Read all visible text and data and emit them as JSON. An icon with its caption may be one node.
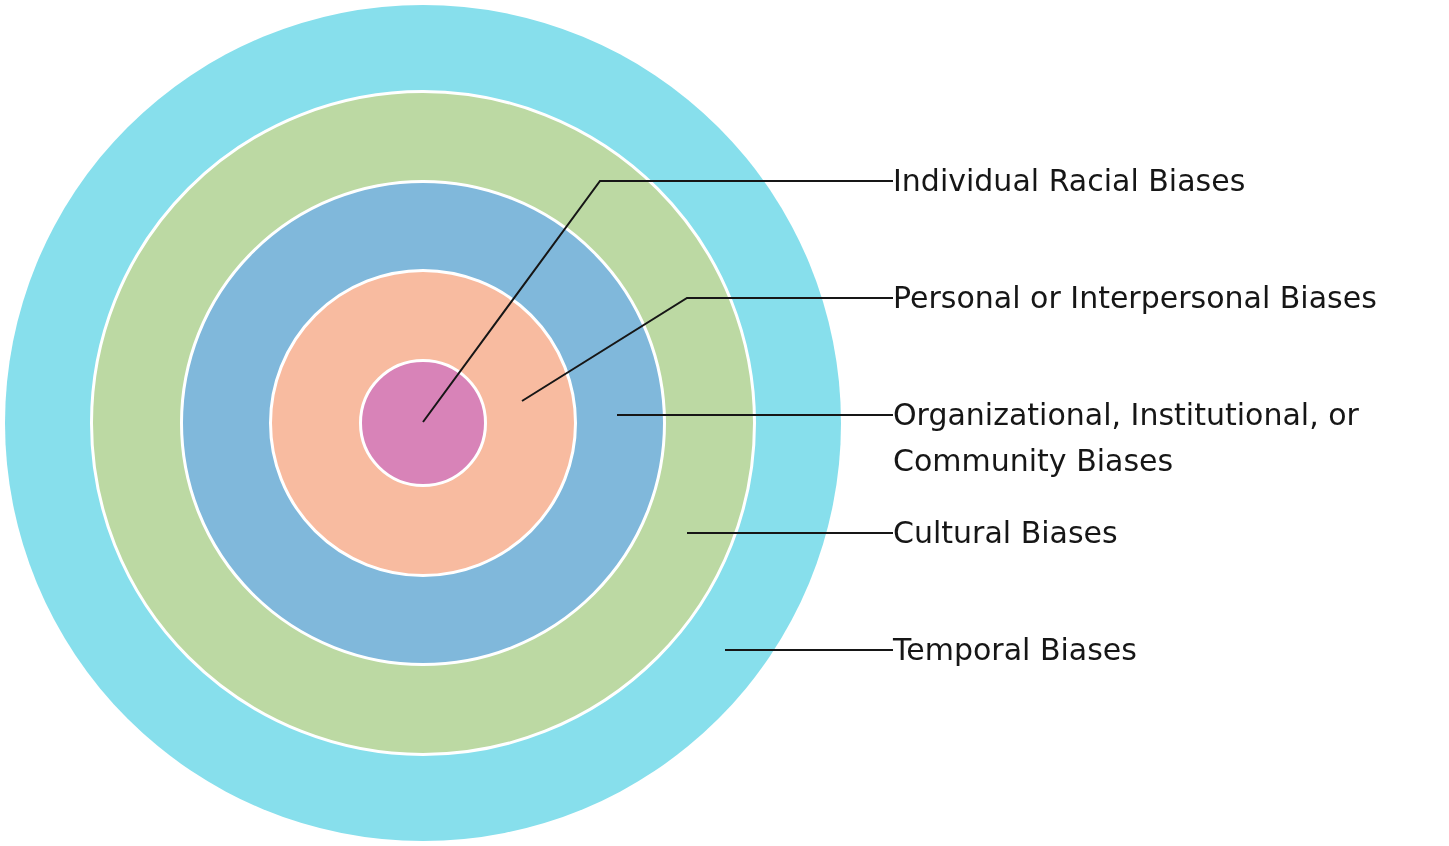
{
  "diagram": {
    "nodes": [
      {
        "text": [],
        "shape": "circle"
      },
      {
        "text": [],
        "shape": "circle",
        "in": 0
      },
      {
        "text": [],
        "shape": "circle",
        "in": 1
      },
      {
        "text": [],
        "shape": "circle",
        "in": 2
      },
      {
        "text": [],
        "shape": "circle",
        "in": 3
      },
      {
        "text": [
          "Individual Racial Biases"
        ]
      },
      {
        "text": [
          "Personal or Interpersonal Biases"
        ]
      },
      {
        "text": [
          "Organizational, Institutional, or Community Biases"
        ]
      },
      {
        "text": [
          "Cultural Biases"
        ]
      },
      {
        "text": [
          "Temporal Biases"
        ]
      }
    ],
    "edges": [
      {
        "from": 5,
        "to": 4,
        "arrow": "none"
      },
      {
        "from": 6,
        "to": 3,
        "arrow": "none"
      },
      {
        "from": 7,
        "to": 2,
        "arrow": "none"
      },
      {
        "from": 8,
        "to": 1,
        "arrow": "none"
      },
      {
        "from": 9,
        "to": 0,
        "arrow": "none"
      }
    ]
  }
}
